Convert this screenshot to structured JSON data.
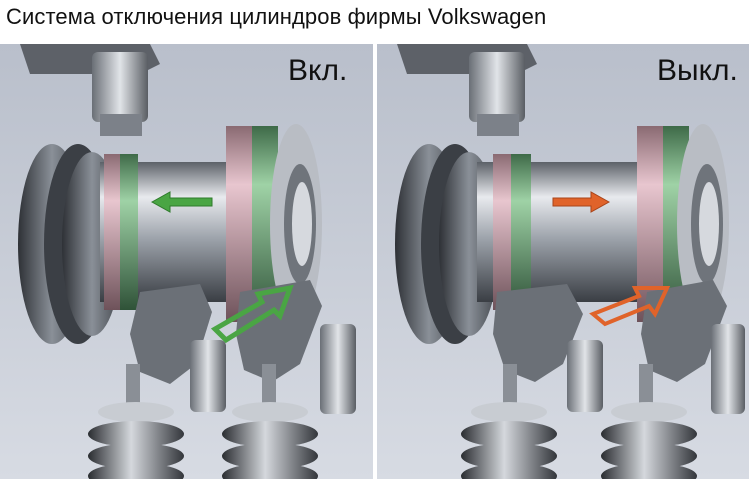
{
  "title": "Система отключения цилиндров фирмы Volkswagen",
  "panels": [
    {
      "label": "Вкл.",
      "state": "on",
      "arrow_color": "#4aa544"
    },
    {
      "label": "Выкл.",
      "state": "off",
      "arrow_color": "#e0632a"
    }
  ],
  "colors": {
    "background": "#c9ced8",
    "band_pink": "#d9a9b4",
    "band_green": "#6fb07a",
    "metal": "#9aa0a8"
  }
}
